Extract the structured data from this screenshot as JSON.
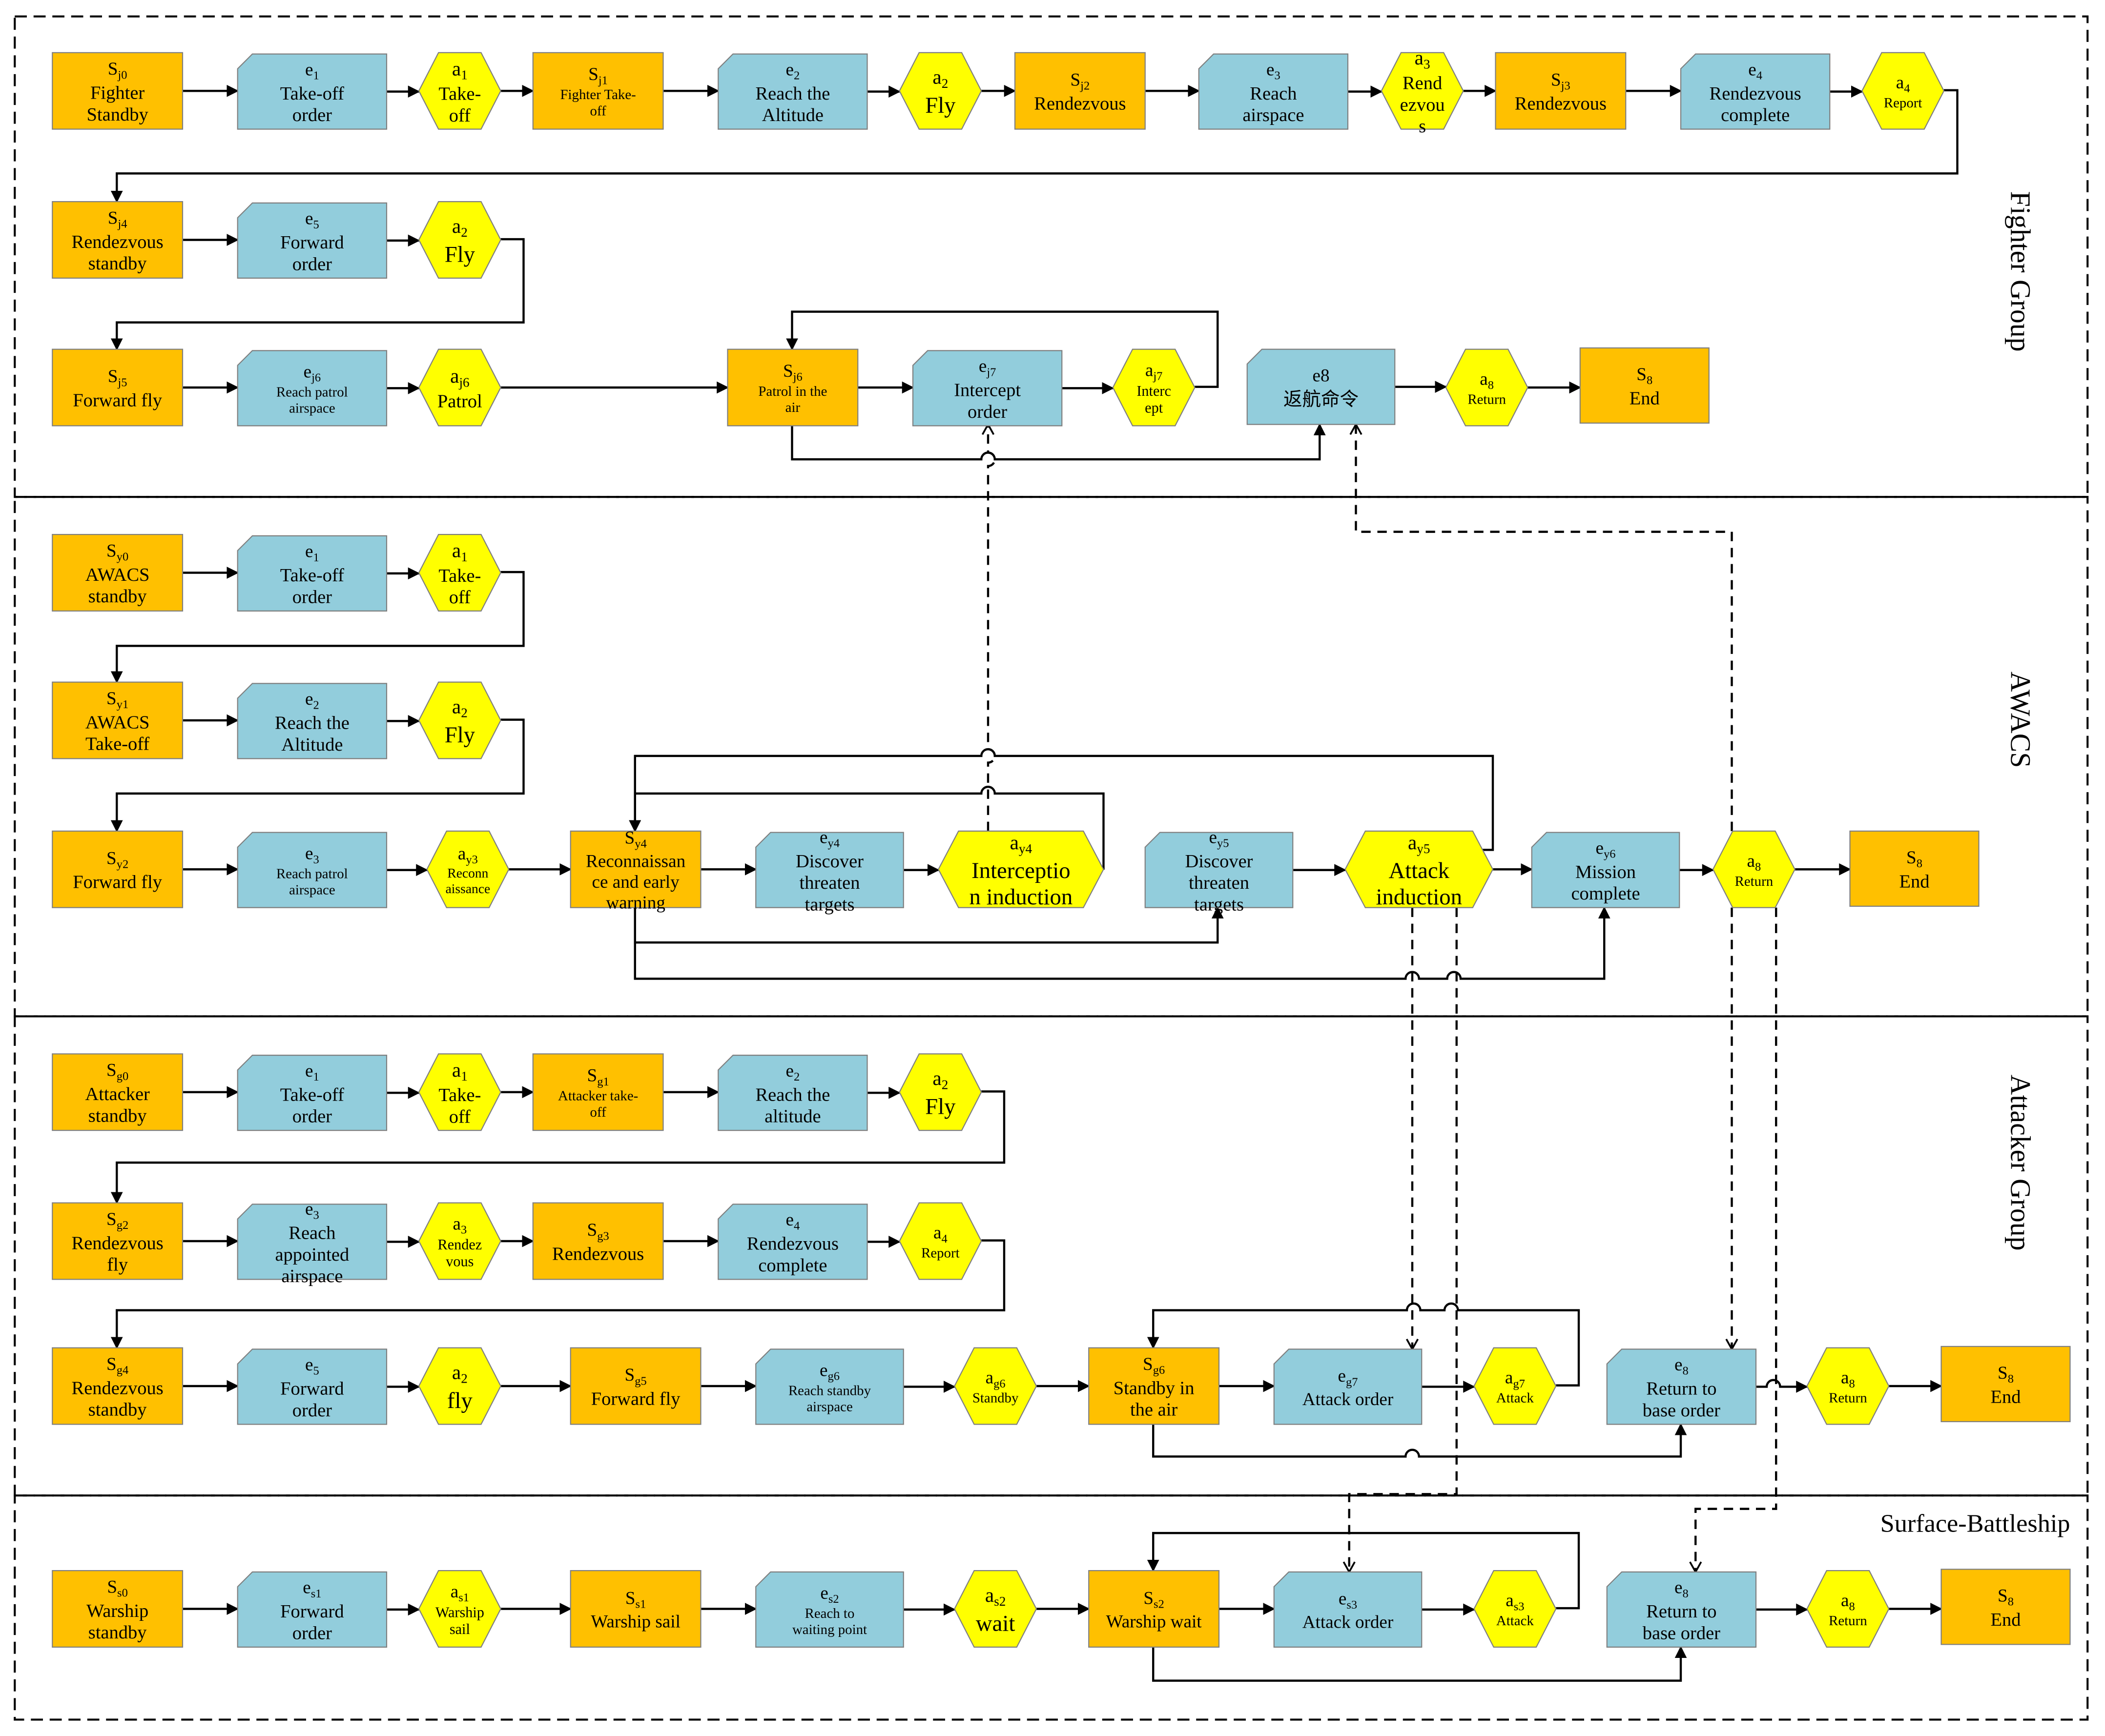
{
  "colors": {
    "state": "#FFC000",
    "event": "#92CDDC",
    "action": "#FFFF00",
    "stroke": "#000000",
    "background": "#FFFFFF"
  },
  "lanes": [
    {
      "id": "fighter",
      "label": "Fighter Group"
    },
    {
      "id": "awacs",
      "label": "AWACS"
    },
    {
      "id": "attacker",
      "label": "Attacker Group"
    },
    {
      "id": "ship",
      "label": "Surface-Battleship"
    }
  ],
  "nodes": [
    {
      "id": "sj0",
      "kind": "state",
      "sym": "S",
      "sub": "j0",
      "lines": [
        "Fighter",
        "Standby"
      ]
    },
    {
      "id": "f_e1",
      "kind": "event",
      "sym": "e",
      "sub": "1",
      "lines": [
        "Take-off",
        "order"
      ]
    },
    {
      "id": "f_a1",
      "kind": "action",
      "sym": "a",
      "sub": "1",
      "lines": [
        "Take-",
        "off"
      ]
    },
    {
      "id": "sj1",
      "kind": "state",
      "sym": "S",
      "sub": "j1",
      "lines": [
        "Fighter Take-",
        "off"
      ]
    },
    {
      "id": "f_e2",
      "kind": "event",
      "sym": "e",
      "sub": "2",
      "lines": [
        "Reach the",
        "Altitude"
      ]
    },
    {
      "id": "f_a2",
      "kind": "action",
      "sym": "a",
      "sub": "2",
      "lines": [
        "Fly"
      ]
    },
    {
      "id": "sj2",
      "kind": "state",
      "sym": "S",
      "sub": "j2",
      "lines": [
        "Rendezvous"
      ]
    },
    {
      "id": "f_e3",
      "kind": "event",
      "sym": "e",
      "sub": "3",
      "lines": [
        "Reach",
        "airspace"
      ]
    },
    {
      "id": "f_a3",
      "kind": "action",
      "sym": "a",
      "sub": "3",
      "lines": [
        "Rend",
        "ezvou",
        "s"
      ]
    },
    {
      "id": "sj3",
      "kind": "state",
      "sym": "S",
      "sub": "j3",
      "lines": [
        "Rendezvous"
      ]
    },
    {
      "id": "f_e4",
      "kind": "event",
      "sym": "e",
      "sub": "4",
      "lines": [
        "Rendezvous",
        "complete"
      ]
    },
    {
      "id": "f_a4",
      "kind": "action",
      "sym": "a",
      "sub": "4",
      "lines": [
        "Report"
      ]
    },
    {
      "id": "sj4",
      "kind": "state",
      "sym": "S",
      "sub": "j4",
      "lines": [
        "Rendezvous",
        "standby"
      ]
    },
    {
      "id": "f_e5",
      "kind": "event",
      "sym": "e",
      "sub": "5",
      "lines": [
        "Forward",
        "order"
      ]
    },
    {
      "id": "f_a2b",
      "kind": "action",
      "sym": "a",
      "sub": "2",
      "lines": [
        "Fly"
      ]
    },
    {
      "id": "sj5",
      "kind": "state",
      "sym": "S",
      "sub": "j5",
      "lines": [
        "Forward fly"
      ]
    },
    {
      "id": "f_ej6",
      "kind": "event",
      "sym": "e",
      "sub": "j6",
      "lines": [
        "Reach patrol",
        "airspace"
      ]
    },
    {
      "id": "f_aj6",
      "kind": "action",
      "sym": "a",
      "sub": "j6",
      "lines": [
        "Patrol"
      ]
    },
    {
      "id": "sj6",
      "kind": "state",
      "sym": "S",
      "sub": "j6",
      "lines": [
        "Patrol in the",
        "air"
      ]
    },
    {
      "id": "f_ej7",
      "kind": "event",
      "sym": "e",
      "sub": "j7",
      "lines": [
        "Intercept",
        "order"
      ]
    },
    {
      "id": "f_aj7",
      "kind": "action",
      "sym": "a",
      "sub": "j7",
      "lines": [
        "Interc",
        "ept"
      ]
    },
    {
      "id": "f_e8",
      "kind": "event",
      "sym": "e8",
      "sub": "",
      "lines": [
        "返航命令"
      ]
    },
    {
      "id": "f_a8",
      "kind": "action",
      "sym": "a",
      "sub": "8",
      "lines": [
        "Return"
      ]
    },
    {
      "id": "f_s8",
      "kind": "state",
      "sym": "S",
      "sub": "8",
      "lines": [
        "End"
      ]
    },
    {
      "id": "sy0",
      "kind": "state",
      "sym": "S",
      "sub": "y0",
      "lines": [
        "AWACS",
        "standby"
      ]
    },
    {
      "id": "w_e1",
      "kind": "event",
      "sym": "e",
      "sub": "1",
      "lines": [
        "Take-off",
        "order"
      ]
    },
    {
      "id": "w_a1",
      "kind": "action",
      "sym": "a",
      "sub": "1",
      "lines": [
        "Take-",
        "off"
      ]
    },
    {
      "id": "sy1",
      "kind": "state",
      "sym": "S",
      "sub": "y1",
      "lines": [
        "AWACS",
        "Take-off"
      ]
    },
    {
      "id": "w_e2",
      "kind": "event",
      "sym": "e",
      "sub": "2",
      "lines": [
        "Reach the",
        "Altitude"
      ]
    },
    {
      "id": "w_a2",
      "kind": "action",
      "sym": "a",
      "sub": "2",
      "lines": [
        "Fly"
      ]
    },
    {
      "id": "sy2",
      "kind": "state",
      "sym": "S",
      "sub": "y2",
      "lines": [
        "Forward fly"
      ]
    },
    {
      "id": "w_e3",
      "kind": "event",
      "sym": "e",
      "sub": "3",
      "lines": [
        "Reach patrol",
        "airspace"
      ]
    },
    {
      "id": "w_ay3",
      "kind": "action",
      "sym": "a",
      "sub": "y3",
      "lines": [
        "Reconn",
        "aissance"
      ]
    },
    {
      "id": "sy4",
      "kind": "state",
      "sym": "S",
      "sub": "y4",
      "lines": [
        "Reconnaissan",
        "ce and early",
        "warning"
      ]
    },
    {
      "id": "w_ey4",
      "kind": "event",
      "sym": "e",
      "sub": "y4",
      "lines": [
        "Discover",
        "threaten",
        "targets"
      ]
    },
    {
      "id": "w_ay4",
      "kind": "action",
      "sym": "a",
      "sub": "y4",
      "lines": [
        "Interceptio",
        "n induction"
      ]
    },
    {
      "id": "w_ey5",
      "kind": "event",
      "sym": "e",
      "sub": "y5",
      "lines": [
        "Discover",
        "threaten",
        "targets"
      ]
    },
    {
      "id": "w_ay5",
      "kind": "action",
      "sym": "a",
      "sub": "y5",
      "lines": [
        "Attack",
        "induction"
      ]
    },
    {
      "id": "w_ey6",
      "kind": "event",
      "sym": "e",
      "sub": "y6",
      "lines": [
        "Mission",
        "complete"
      ]
    },
    {
      "id": "w_a8",
      "kind": "action",
      "sym": "a",
      "sub": "8",
      "lines": [
        "Return"
      ]
    },
    {
      "id": "w_s8",
      "kind": "state",
      "sym": "S",
      "sub": "8",
      "lines": [
        "End"
      ]
    },
    {
      "id": "sg0",
      "kind": "state",
      "sym": "S",
      "sub": "g0",
      "lines": [
        "Attacker",
        "standby"
      ]
    },
    {
      "id": "g_e1",
      "kind": "event",
      "sym": "e",
      "sub": "1",
      "lines": [
        "Take-off",
        "order"
      ]
    },
    {
      "id": "g_a1",
      "kind": "action",
      "sym": "a",
      "sub": "1",
      "lines": [
        "Take-",
        "off"
      ]
    },
    {
      "id": "sg1",
      "kind": "state",
      "sym": "S",
      "sub": "g1",
      "lines": [
        "Attacker take-",
        "off"
      ]
    },
    {
      "id": "g_e2",
      "kind": "event",
      "sym": "e",
      "sub": "2",
      "lines": [
        "Reach the",
        "altitude"
      ]
    },
    {
      "id": "g_a2",
      "kind": "action",
      "sym": "a",
      "sub": "2",
      "lines": [
        "Fly"
      ]
    },
    {
      "id": "sg2",
      "kind": "state",
      "sym": "S",
      "sub": "g2",
      "lines": [
        "Rendezvous",
        "fly"
      ]
    },
    {
      "id": "g_e3",
      "kind": "event",
      "sym": "e",
      "sub": "3",
      "lines": [
        "Reach",
        "appointed",
        "airspace"
      ]
    },
    {
      "id": "g_a3",
      "kind": "action",
      "sym": "a",
      "sub": "3",
      "lines": [
        "Rendez",
        "vous"
      ]
    },
    {
      "id": "sg3",
      "kind": "state",
      "sym": "S",
      "sub": "g3",
      "lines": [
        "Rendezvous"
      ]
    },
    {
      "id": "g_e4",
      "kind": "event",
      "sym": "e",
      "sub": "4",
      "lines": [
        "Rendezvous",
        "complete"
      ]
    },
    {
      "id": "g_a4",
      "kind": "action",
      "sym": "a",
      "sub": "4",
      "lines": [
        "Report"
      ]
    },
    {
      "id": "sg4",
      "kind": "state",
      "sym": "S",
      "sub": "g4",
      "lines": [
        "Rendezvous",
        "standby"
      ]
    },
    {
      "id": "g_e5",
      "kind": "event",
      "sym": "e",
      "sub": "5",
      "lines": [
        "Forward",
        "order"
      ]
    },
    {
      "id": "g_a2b",
      "kind": "action",
      "sym": "a",
      "sub": "2",
      "lines": [
        "fly"
      ]
    },
    {
      "id": "sg5",
      "kind": "state",
      "sym": "S",
      "sub": "g5",
      "lines": [
        "Forward fly"
      ]
    },
    {
      "id": "g_eg6",
      "kind": "event",
      "sym": "e",
      "sub": "g6",
      "lines": [
        "Reach standby",
        "airspace"
      ]
    },
    {
      "id": "g_ag6",
      "kind": "action",
      "sym": "a",
      "sub": "g6",
      "lines": [
        "Standby"
      ]
    },
    {
      "id": "sg6",
      "kind": "state",
      "sym": "S",
      "sub": "g6",
      "lines": [
        "Standby in",
        "the air"
      ]
    },
    {
      "id": "g_eg7",
      "kind": "event",
      "sym": "e",
      "sub": "g7",
      "lines": [
        "Attack order"
      ]
    },
    {
      "id": "g_ag7",
      "kind": "action",
      "sym": "a",
      "sub": "g7",
      "lines": [
        "Attack"
      ]
    },
    {
      "id": "g_e8",
      "kind": "event",
      "sym": "e",
      "sub": "8",
      "lines": [
        "Return to",
        "base order"
      ]
    },
    {
      "id": "g_a8",
      "kind": "action",
      "sym": "a",
      "sub": "8",
      "lines": [
        "Return"
      ]
    },
    {
      "id": "g_s8",
      "kind": "state",
      "sym": "S",
      "sub": "8",
      "lines": [
        "End"
      ]
    },
    {
      "id": "ss0",
      "kind": "state",
      "sym": "S",
      "sub": "s0",
      "lines": [
        "Warship",
        "standby"
      ]
    },
    {
      "id": "s_es1",
      "kind": "event",
      "sym": "e",
      "sub": "s1",
      "lines": [
        "Forward",
        "order"
      ]
    },
    {
      "id": "s_as1",
      "kind": "action",
      "sym": "a",
      "sub": "s1",
      "lines": [
        "Warship",
        "sail"
      ]
    },
    {
      "id": "ss1",
      "kind": "state",
      "sym": "S",
      "sub": "s1",
      "lines": [
        "Warship sail"
      ]
    },
    {
      "id": "s_es2",
      "kind": "event",
      "sym": "e",
      "sub": "s2",
      "lines": [
        "Reach to",
        "waiting point"
      ]
    },
    {
      "id": "s_as2",
      "kind": "action",
      "sym": "a",
      "sub": "s2",
      "lines": [
        "wait"
      ]
    },
    {
      "id": "ss2",
      "kind": "state",
      "sym": "S",
      "sub": "s2",
      "lines": [
        "Warship wait"
      ]
    },
    {
      "id": "s_es3",
      "kind": "event",
      "sym": "e",
      "sub": "s3",
      "lines": [
        "Attack order"
      ]
    },
    {
      "id": "s_as3",
      "kind": "action",
      "sym": "a",
      "sub": "s3",
      "lines": [
        "Attack"
      ]
    },
    {
      "id": "s_e8",
      "kind": "event",
      "sym": "e",
      "sub": "8",
      "lines": [
        "Return to",
        "base order"
      ]
    },
    {
      "id": "s_a8",
      "kind": "action",
      "sym": "a",
      "sub": "8",
      "lines": [
        "Return"
      ]
    },
    {
      "id": "s_s8",
      "kind": "state",
      "sym": "S",
      "sub": "8",
      "lines": [
        "End"
      ]
    }
  ]
}
